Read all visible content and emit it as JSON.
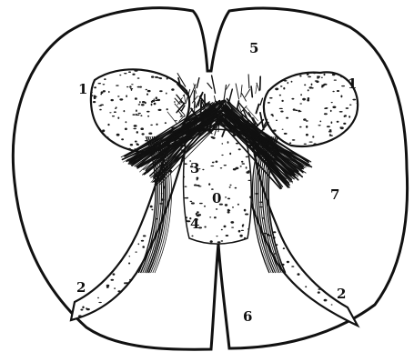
{
  "figure": {
    "labels": {
      "one_left": "1",
      "one_right": "1",
      "two_left": "2",
      "two_right": "2",
      "three": "3",
      "four": "4",
      "five": "5",
      "six": "6",
      "seven": "7",
      "zero": "0"
    },
    "colors": {
      "ink": "#111111",
      "paper": "#ffffff",
      "stipple": "#1a1a1a"
    }
  }
}
